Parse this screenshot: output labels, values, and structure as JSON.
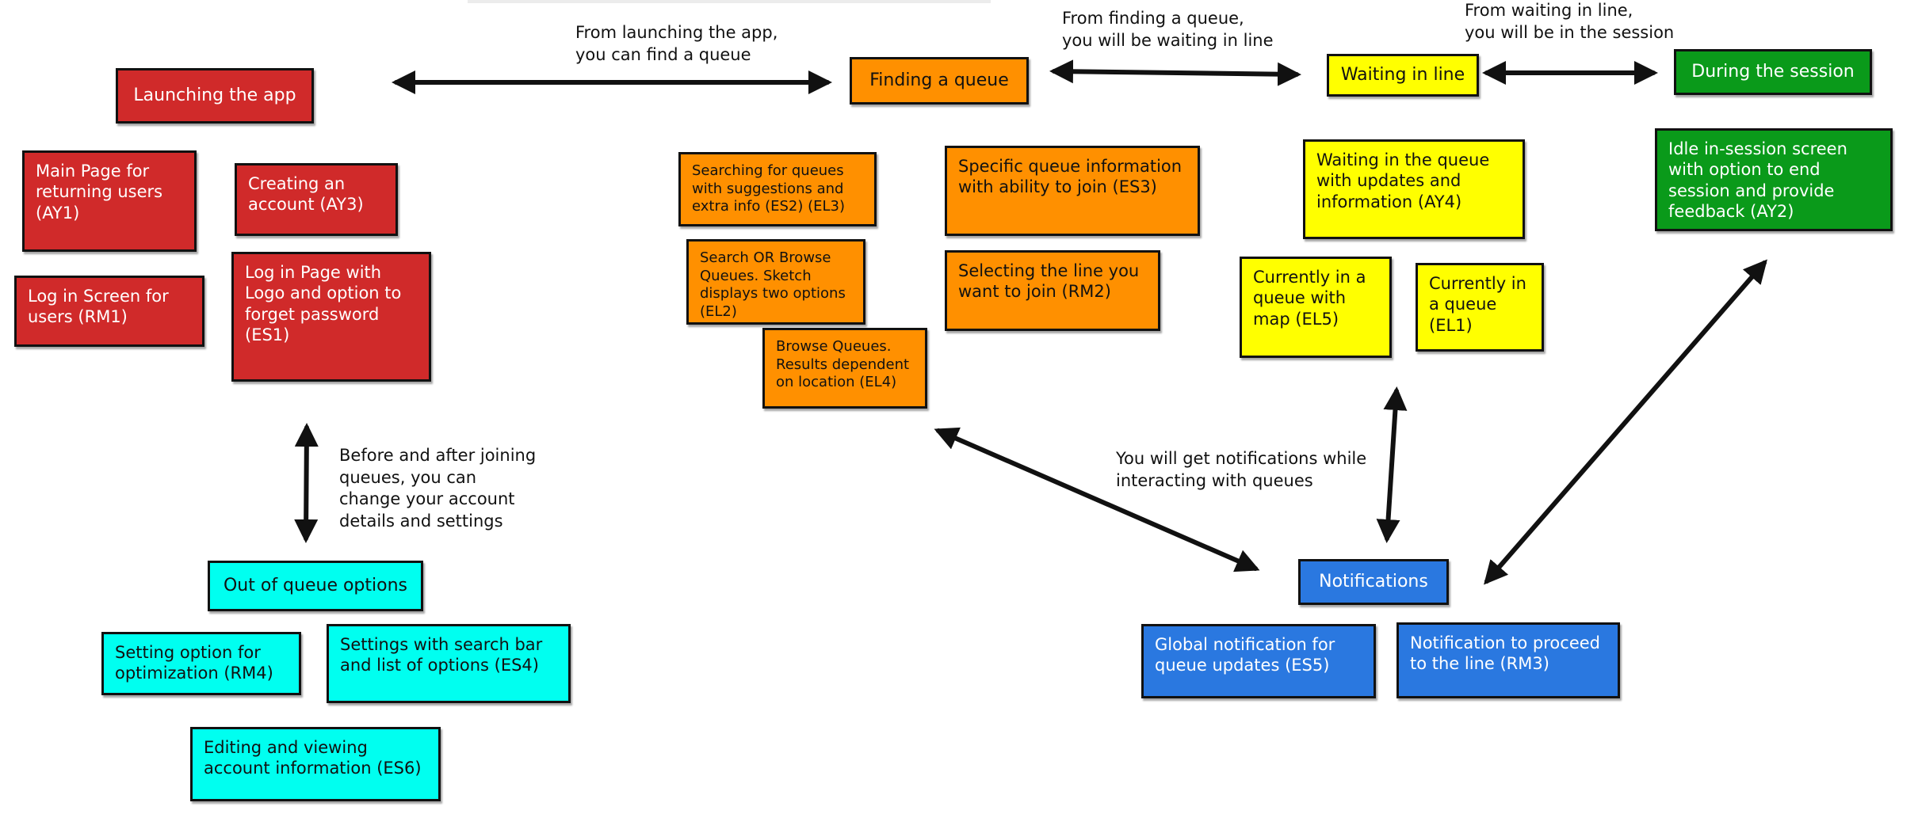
{
  "phases": {
    "launching": {
      "title": "Launching the app",
      "color": "#d02a2a",
      "screens": [
        "Main Page for returning users (AY1)",
        "Creating an account (AY3)",
        "Log in Screen for users (RM1)",
        "Log in Page with Logo and option to forget password (ES1)"
      ]
    },
    "finding": {
      "title": "Finding a queue",
      "color": "#ff9000",
      "screens": [
        "Searching for queues with suggestions and extra info (ES2) (EL3)",
        "Specific queue information with ability to join (ES3)",
        "Search OR Browse Queues. Sketch displays two options (EL2)",
        "Selecting the line you want to join (RM2)",
        "Browse Queues. Results dependent on location (EL4)"
      ]
    },
    "waiting": {
      "title": "Waiting in line",
      "color": "#ffff00",
      "screens": [
        "Waiting in the queue with updates and information (AY4)",
        "Currently in a queue with map (EL5)",
        "Currently in a queue (EL1)"
      ]
    },
    "session": {
      "title": "During the session",
      "color": "#0a9a1a",
      "screens": [
        "Idle in-session screen with option to end session and provide feedback (AY2)"
      ]
    },
    "notifications": {
      "title": "Notifications",
      "color": "#2a78e0",
      "screens": [
        "Global notification for queue updates (ES5)",
        "Notification to proceed to the line (RM3)"
      ]
    },
    "out_of_queue": {
      "title": "Out of queue options",
      "color": "#00fff0",
      "screens": [
        "Setting option for optimization (RM4)",
        "Settings with search bar and list of options (ES4)",
        "Editing and viewing account information (ES6)"
      ]
    }
  },
  "connectors": {
    "launch_to_find": "From launching the app,\nyou can find a queue",
    "find_to_wait": "From finding a queue,\nyou will be waiting in line",
    "wait_to_session": "From waiting in line,\nyou will be in the session",
    "account_settings": "Before and after joining\nqueues, you can\nchange your account\ndetails and settings",
    "notifications_info": "You will get notifications while\ninteracting with queues"
  },
  "arrow_color": "#111111"
}
